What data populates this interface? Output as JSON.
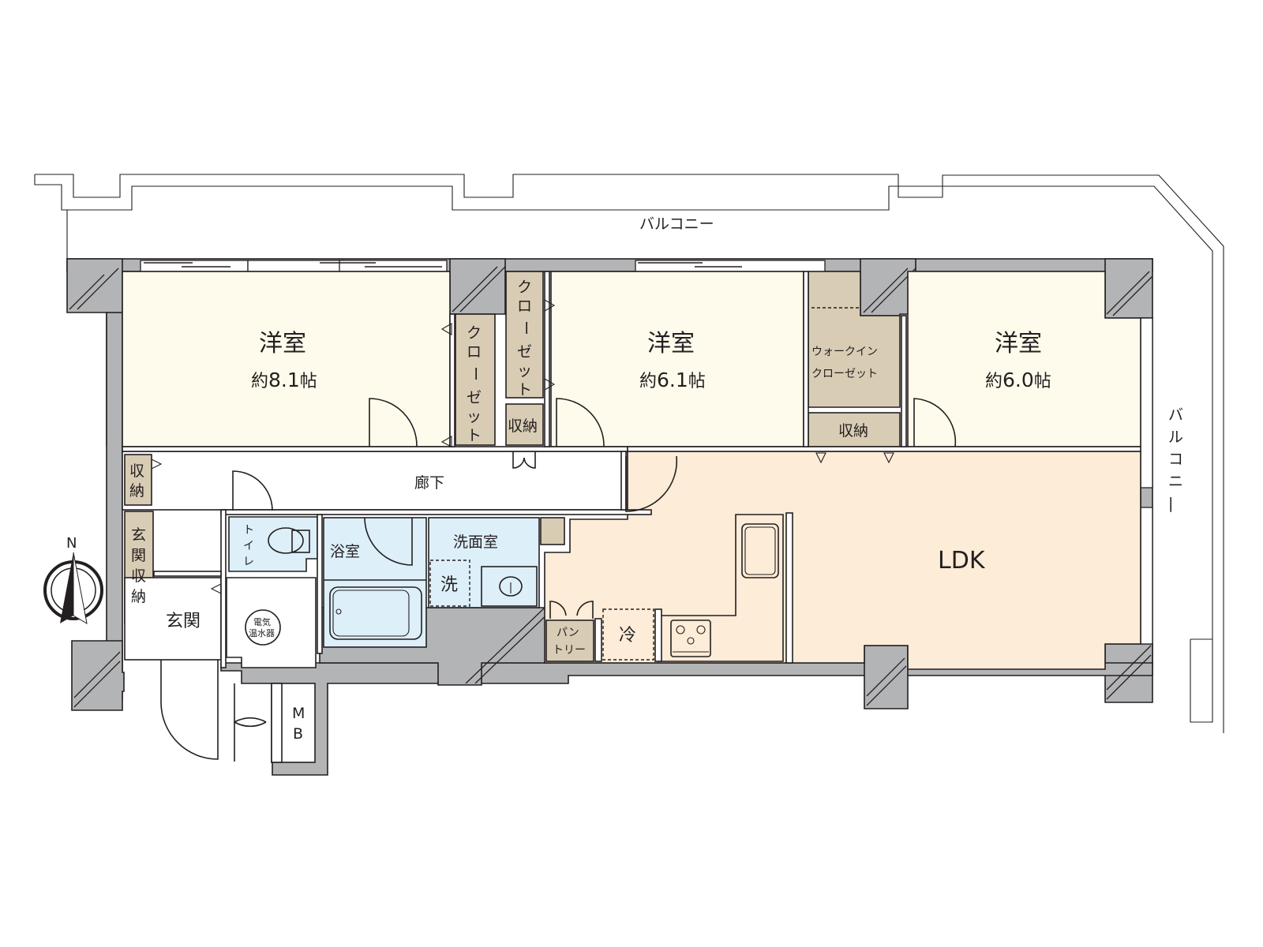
{
  "floorplan": {
    "balcony_top": {
      "label": "バルコニー"
    },
    "balcony_right": {
      "label": "バルコニー"
    },
    "compass": {
      "label": "N"
    },
    "rooms": {
      "western_1": {
        "name": "洋室",
        "size_prefix": "約",
        "size": "8.1",
        "size_unit": "帖"
      },
      "western_2": {
        "name": "洋室",
        "size_prefix": "約",
        "size": "6.1",
        "size_unit": "帖"
      },
      "western_3": {
        "name": "洋室",
        "size_prefix": "約",
        "size": "6.0",
        "size_unit": "帖"
      },
      "ldk": {
        "name": "LDK"
      },
      "corridor": {
        "name": "廊下"
      },
      "entrance": {
        "name": "玄関"
      },
      "toilet": {
        "name": "トイレ",
        "chars": [
          "ト",
          "イ",
          "レ"
        ]
      },
      "bathroom": {
        "name": "浴室"
      },
      "washroom": {
        "name": "洗面室"
      },
      "washer": {
        "name": "洗"
      },
      "fridge": {
        "name": "冷"
      },
      "pantry": {
        "line1": "パン",
        "line2": "トリー"
      },
      "water_heater": {
        "line1": "電気",
        "line2": "温水器"
      },
      "meter_box": {
        "line1": "M",
        "line2": "B"
      },
      "closet_1": {
        "name": "クローゼット",
        "chars": [
          "ク",
          "ロ",
          "ー",
          "ゼ",
          "ッ",
          "ト"
        ]
      },
      "closet_2": {
        "name": "クローゼット",
        "chars": [
          "ク",
          "ロ",
          "ー",
          "ゼ",
          "ッ",
          "ト"
        ]
      },
      "walk_in_closet": {
        "line1": "ウォークイン",
        "line2": "クローゼット"
      },
      "storage_1": {
        "name": "収納"
      },
      "storage_2": {
        "name": "収納"
      },
      "storage_hall": {
        "line1": "収",
        "line2": "納"
      },
      "entrance_storage": {
        "chars": [
          "玄",
          "関",
          "収",
          "納"
        ]
      }
    },
    "colors": {
      "western_room": "#fefbec",
      "ldk": "#fdecd7",
      "wet_area": "#ddeff9",
      "storage": "#d8ccb4",
      "wall": "#b3b4b6",
      "line": "#231f20"
    }
  }
}
